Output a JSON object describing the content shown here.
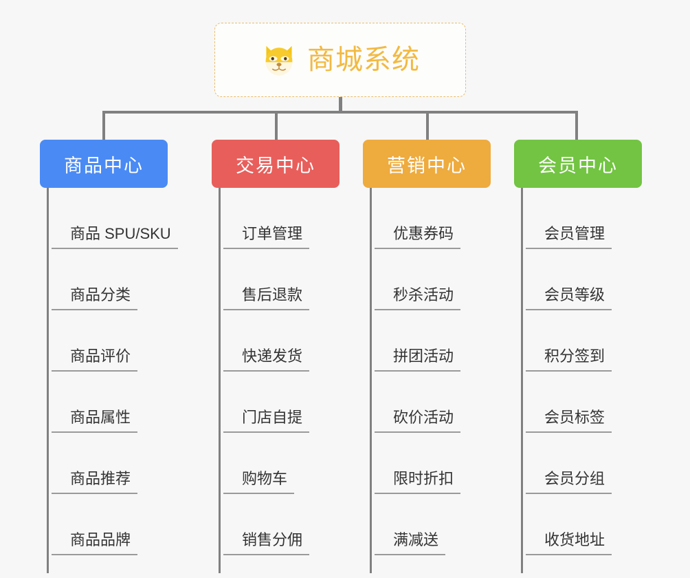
{
  "diagram": {
    "type": "organization-tree",
    "background_color": "#f7f7f7",
    "connector_color": "#808080",
    "root": {
      "title": "商城系统",
      "icon": "shiba-dog-face-icon",
      "text_color": "#f2b942",
      "border_color": "#e9bc6a",
      "background_color": "#fdfdfb"
    },
    "categories": [
      {
        "label": "商品中心",
        "color": "#4a8af4",
        "items": [
          "商品 SPU/SKU",
          "商品分类",
          "商品评价",
          "商品属性",
          "商品推荐",
          "商品品牌"
        ]
      },
      {
        "label": "交易中心",
        "color": "#e85e5b",
        "items": [
          "订单管理",
          "售后退款",
          "快递发货",
          "门店自提",
          "购物车",
          "销售分佣"
        ]
      },
      {
        "label": "营销中心",
        "color": "#eeab3e",
        "items": [
          "优惠券码",
          "秒杀活动",
          "拼团活动",
          "砍价活动",
          "限时折扣",
          "满减送"
        ]
      },
      {
        "label": "会员中心",
        "color": "#72c442",
        "items": [
          "会员管理",
          "会员等级",
          "积分签到",
          "会员标签",
          "会员分组",
          "收货地址"
        ]
      }
    ]
  }
}
